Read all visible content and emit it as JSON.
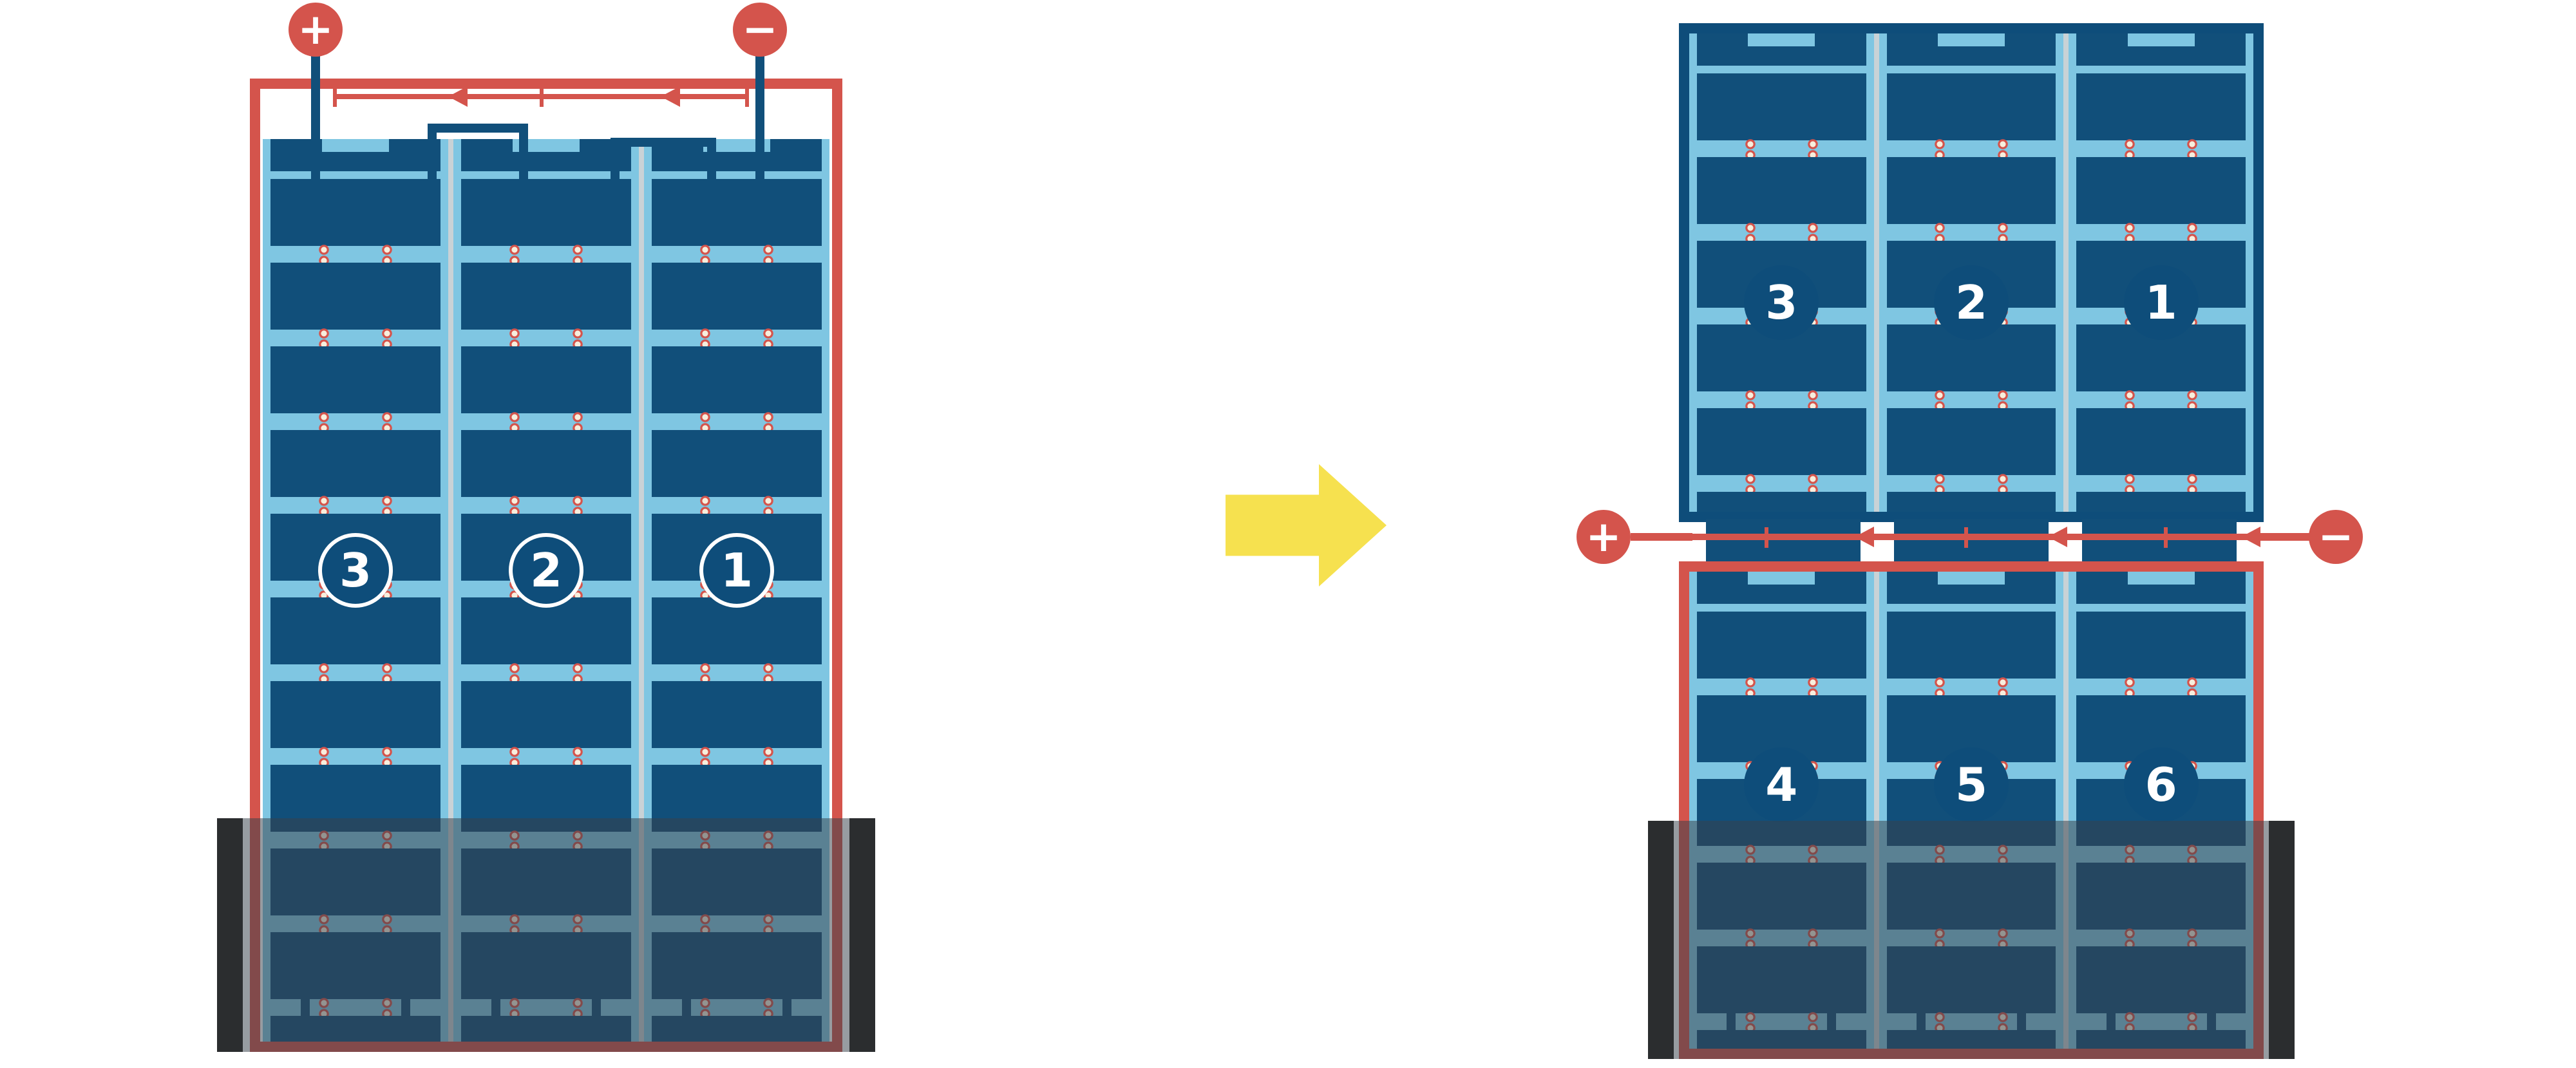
{
  "left_assembly": {
    "terminals": {
      "positive": "+",
      "negative": "−"
    },
    "strings": [
      {
        "label": "3"
      },
      {
        "label": "2"
      },
      {
        "label": "1"
      }
    ]
  },
  "right_assembly": {
    "terminals": {
      "positive": "+",
      "negative": "−"
    },
    "top_half": {
      "strings": [
        {
          "label": "3"
        },
        {
          "label": "2"
        },
        {
          "label": "1"
        }
      ]
    },
    "bottom_half": {
      "strings": [
        {
          "label": "4"
        },
        {
          "label": "5"
        },
        {
          "label": "6"
        }
      ]
    }
  },
  "colors": {
    "red": "#d4544c",
    "dark_blue": "#114f7a",
    "frame_blue": "#0e4d7a",
    "light_blue": "#7fc6e2",
    "yellow": "#f6e14f",
    "divider_gray": "#c9d2d6",
    "shade_overlay": "rgba(55,65,75,0.52)",
    "black_bar": "#2b2d2f",
    "dot_center": "#f7eedd"
  }
}
